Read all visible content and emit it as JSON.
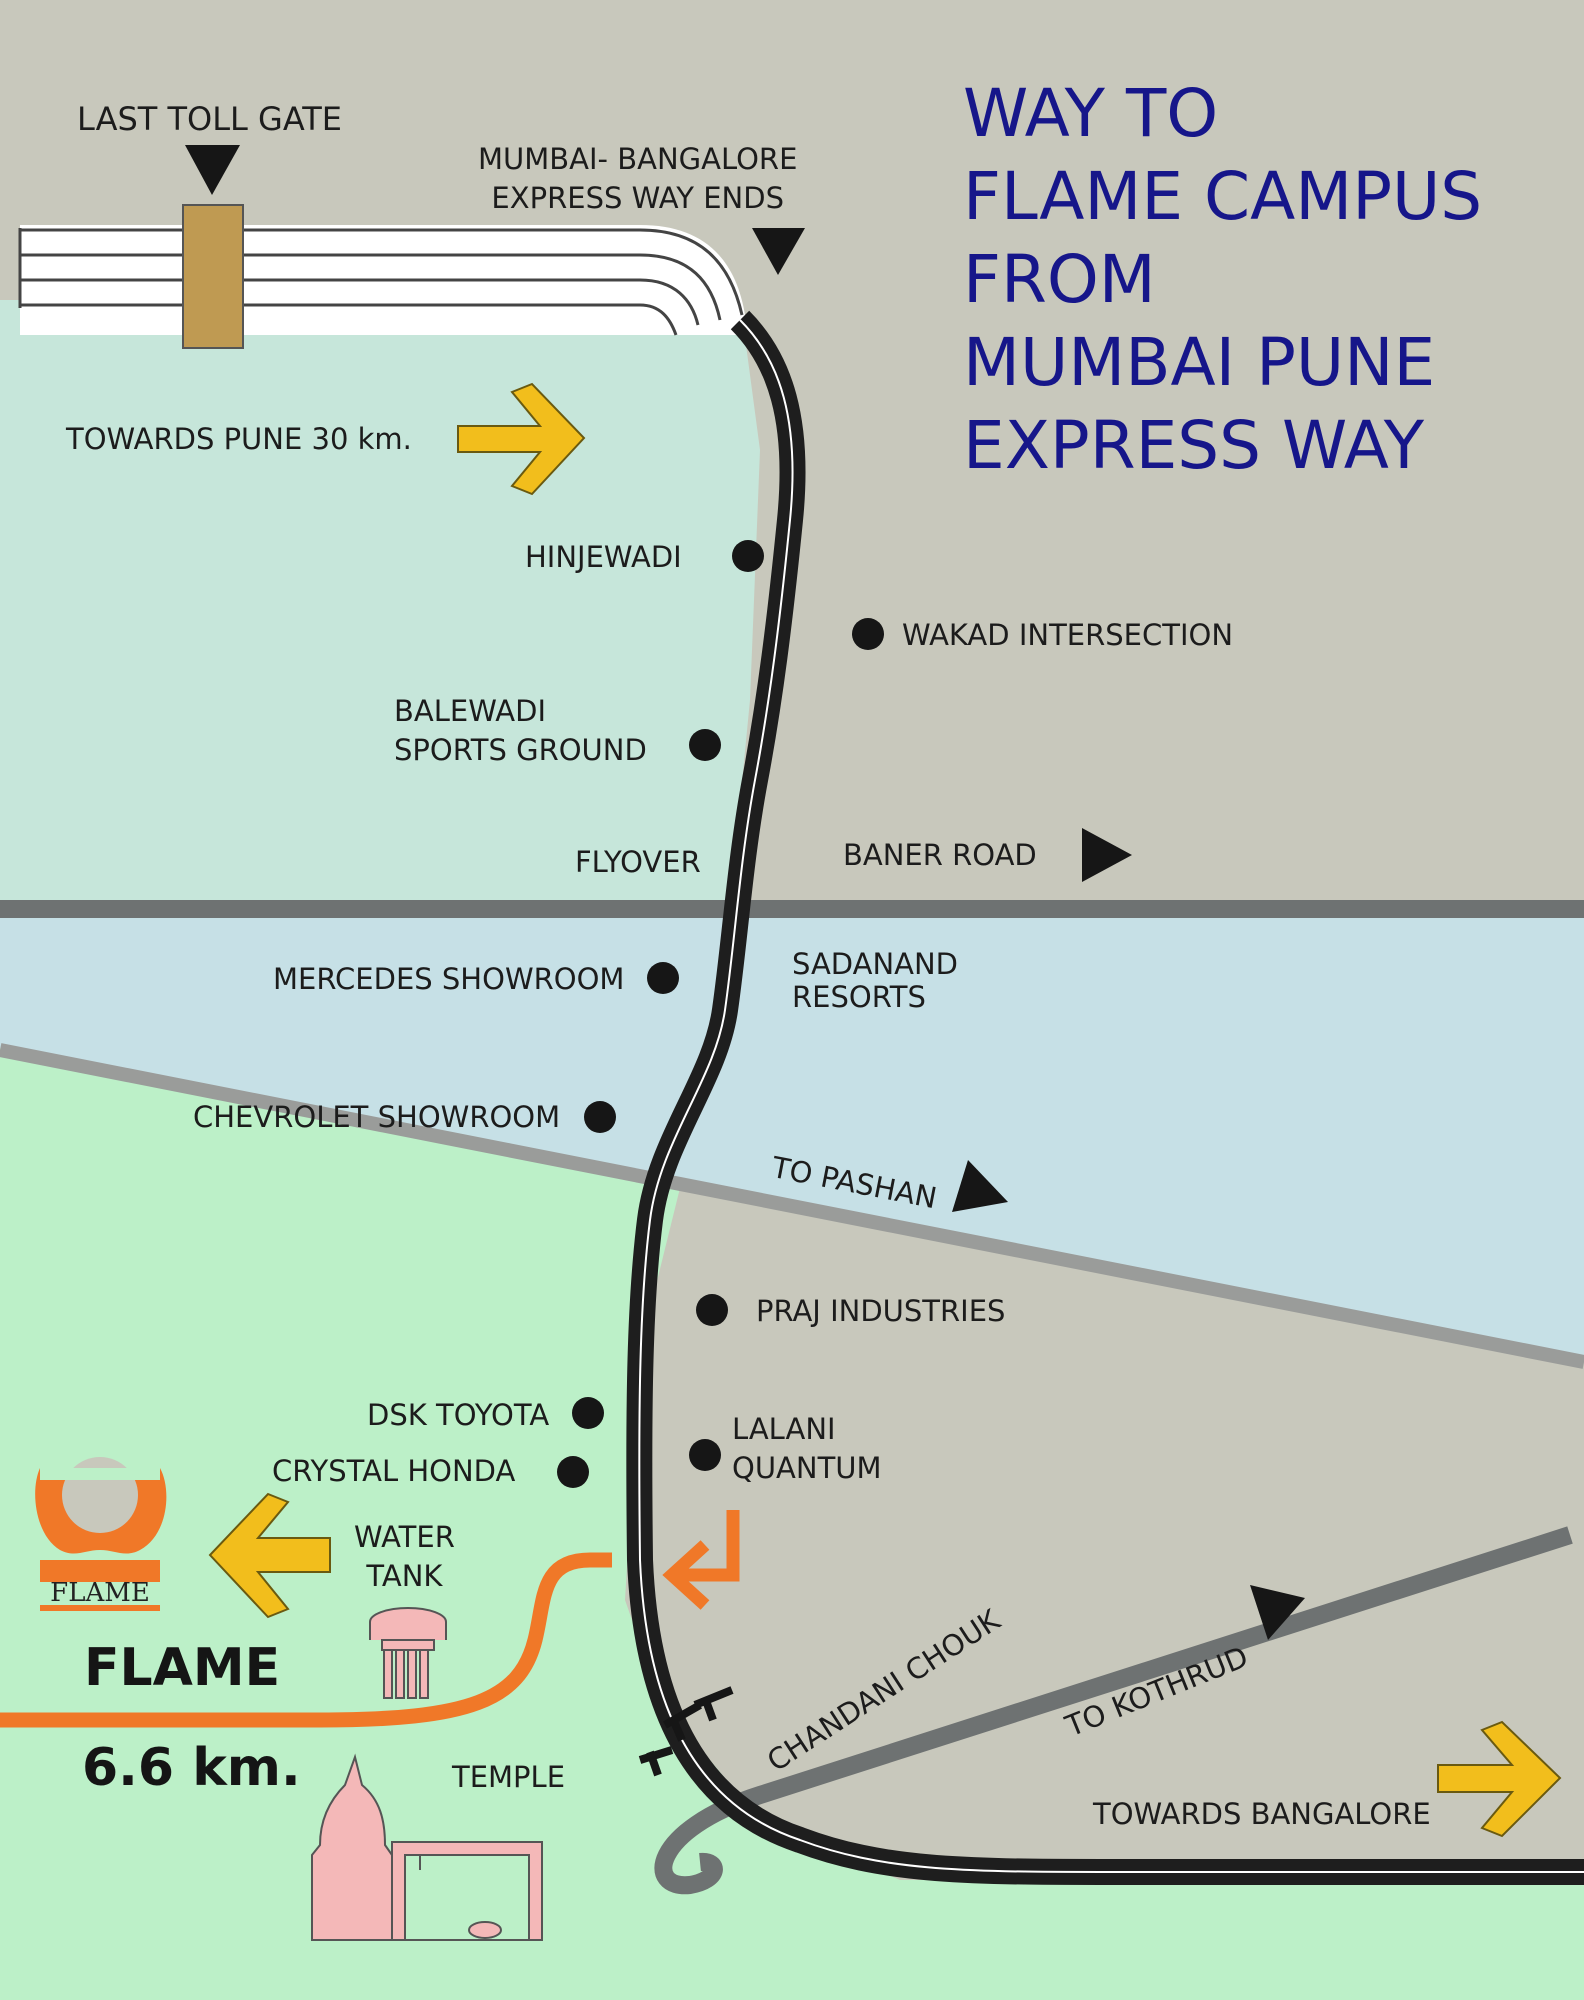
{
  "title": "WAY TO\nFLAME CAMPUS\nFROM\nMUMBAI PUNE\nEXPRESS WAY",
  "labels": {
    "last_toll_gate": "LAST TOLL GATE",
    "expressway_ends": "MUMBAI- BANGALORE\nEXPRESS WAY ENDS",
    "towards_pune": "TOWARDS PUNE 30 km.",
    "hinjewadi": "HINJEWADI",
    "wakad": "WAKAD INTERSECTION",
    "balewadi": "BALEWADI\nSPORTS GROUND",
    "flyover": "FLYOVER",
    "baner_road": "BANER ROAD",
    "mercedes": "MERCEDES SHOWROOM",
    "sadanand": "SADANAND\nRESORTS",
    "chevrolet": "CHEVROLET SHOWROOM",
    "to_pashan": "TO PASHAN",
    "praj": "PRAJ INDUSTRIES",
    "dsk_toyota": "DSK TOYOTA",
    "lalani": "LALANI\nQUANTUM",
    "crystal_honda": "CRYSTAL HONDA",
    "water_tank": "WATER\nTANK",
    "flame": "FLAME",
    "distance": "6.6 km.",
    "temple": "TEMPLE",
    "chandani_chouk": "CHANDANI CHOUK",
    "to_kothrud": "TO KOTHRUD",
    "towards_bangalore": "TOWARDS BANGALORE",
    "logo_text": "FLAME"
  },
  "colors": {
    "title": "#16168a",
    "background_grey": "#c8c8bc",
    "zone_mint": "#c6e6da",
    "zone_blue": "#c6e0e6",
    "zone_green": "#bcf0c8",
    "route": "#1e1e1e",
    "flame_route": "#f07828",
    "yellow_arrow": "#f2be1c",
    "toll_gate": "#bf9a52",
    "temple": "#f4b8b8"
  },
  "icons": [
    "down-triangle-icon",
    "right-triangle-icon",
    "yellow-right-arrow-icon",
    "yellow-left-arrow-icon",
    "orange-turn-arrow-icon",
    "flame-logo-icon",
    "water-tank-icon",
    "temple-icon",
    "landmark-dot-icon"
  ]
}
